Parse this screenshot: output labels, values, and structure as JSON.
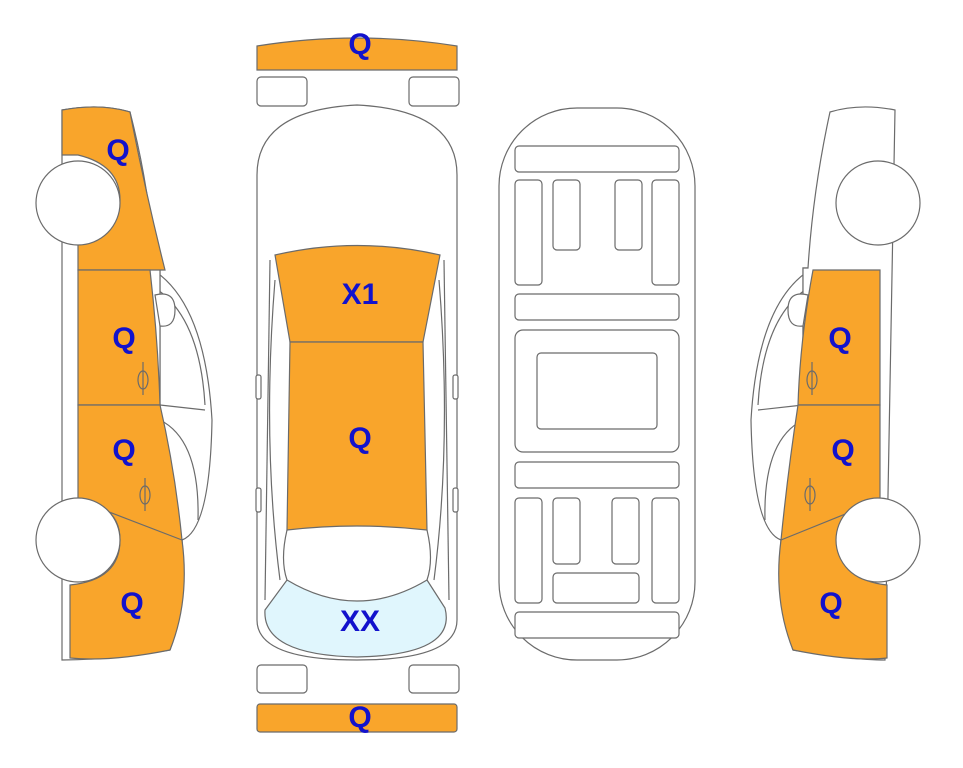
{
  "colors": {
    "damaged": "#F9A52B",
    "glass": "#E0F6FD",
    "label": "#1212CC",
    "outline": "#6B6B6B"
  },
  "labels": {
    "front_bumper": "Q",
    "rear_bumper": "Q",
    "hood": "X1",
    "roof": "Q",
    "rear_window": "XX",
    "left_front_fender": "Q",
    "left_front_door": "Q",
    "left_rear_door": "Q",
    "left_rear_quarter": "Q",
    "right_front_door": "Q",
    "right_rear_door": "Q",
    "right_rear_quarter": "Q"
  }
}
